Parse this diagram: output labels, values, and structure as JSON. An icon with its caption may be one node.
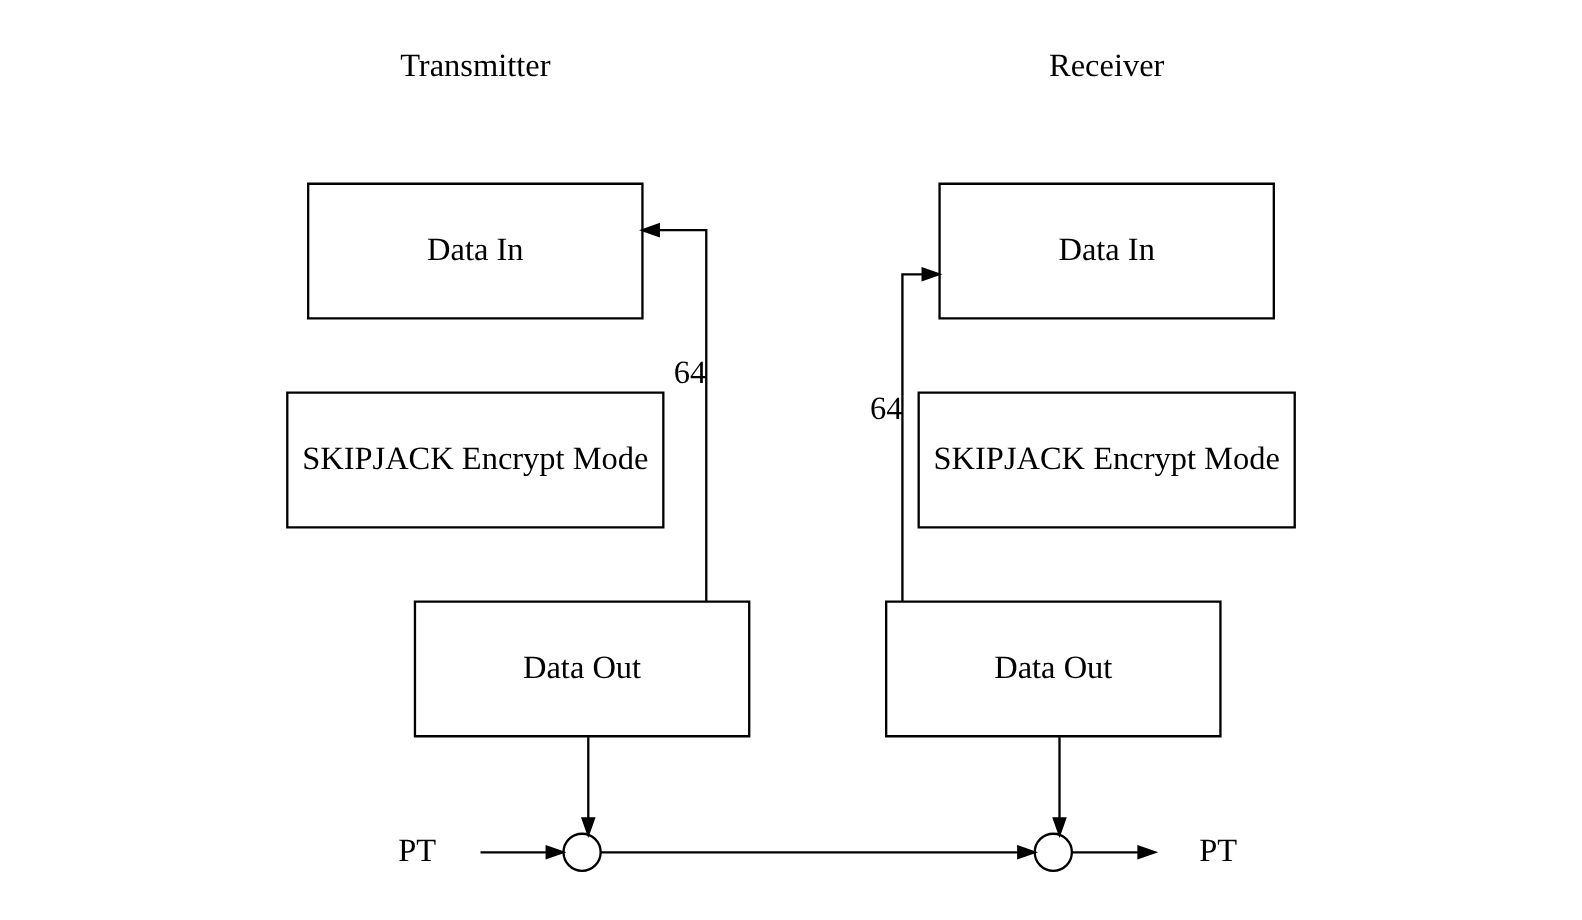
{
  "diagram": {
    "nodes": [
      {
        "text": [
          "Data In"
        ]
      },
      {
        "text": [
          "SKIPJACK Encrypt Mode"
        ]
      },
      {
        "text": [
          "Data Out"
        ]
      },
      {
        "text": [
          "PT"
        ]
      },
      {
        "text": [],
        "shape": "circle"
      },
      {
        "text": [
          "Data In"
        ]
      },
      {
        "text": [
          "SKIPJACK Encrypt Mode"
        ]
      },
      {
        "text": [
          "Data Out"
        ]
      },
      {
        "text": [],
        "shape": "circle"
      },
      {
        "text": [
          "PT"
        ]
      }
    ],
    "edges": [
      {
        "from": 2,
        "to": 4,
        "arrow": "to"
      },
      {
        "from": 2,
        "to": 0,
        "arrow": "to",
        "label": "64"
      },
      {
        "from": 3,
        "to": 4,
        "arrow": "to"
      },
      {
        "from": 4,
        "to": 8,
        "arrow": "to"
      },
      {
        "from": 7,
        "to": 8,
        "arrow": "to"
      },
      {
        "from": 7,
        "to": 5,
        "arrow": "to",
        "label": "64"
      },
      {
        "from": 8,
        "to": 9,
        "arrow": "to"
      }
    ],
    "labels": [
      "Transmitter",
      "Receiver"
    ]
  }
}
